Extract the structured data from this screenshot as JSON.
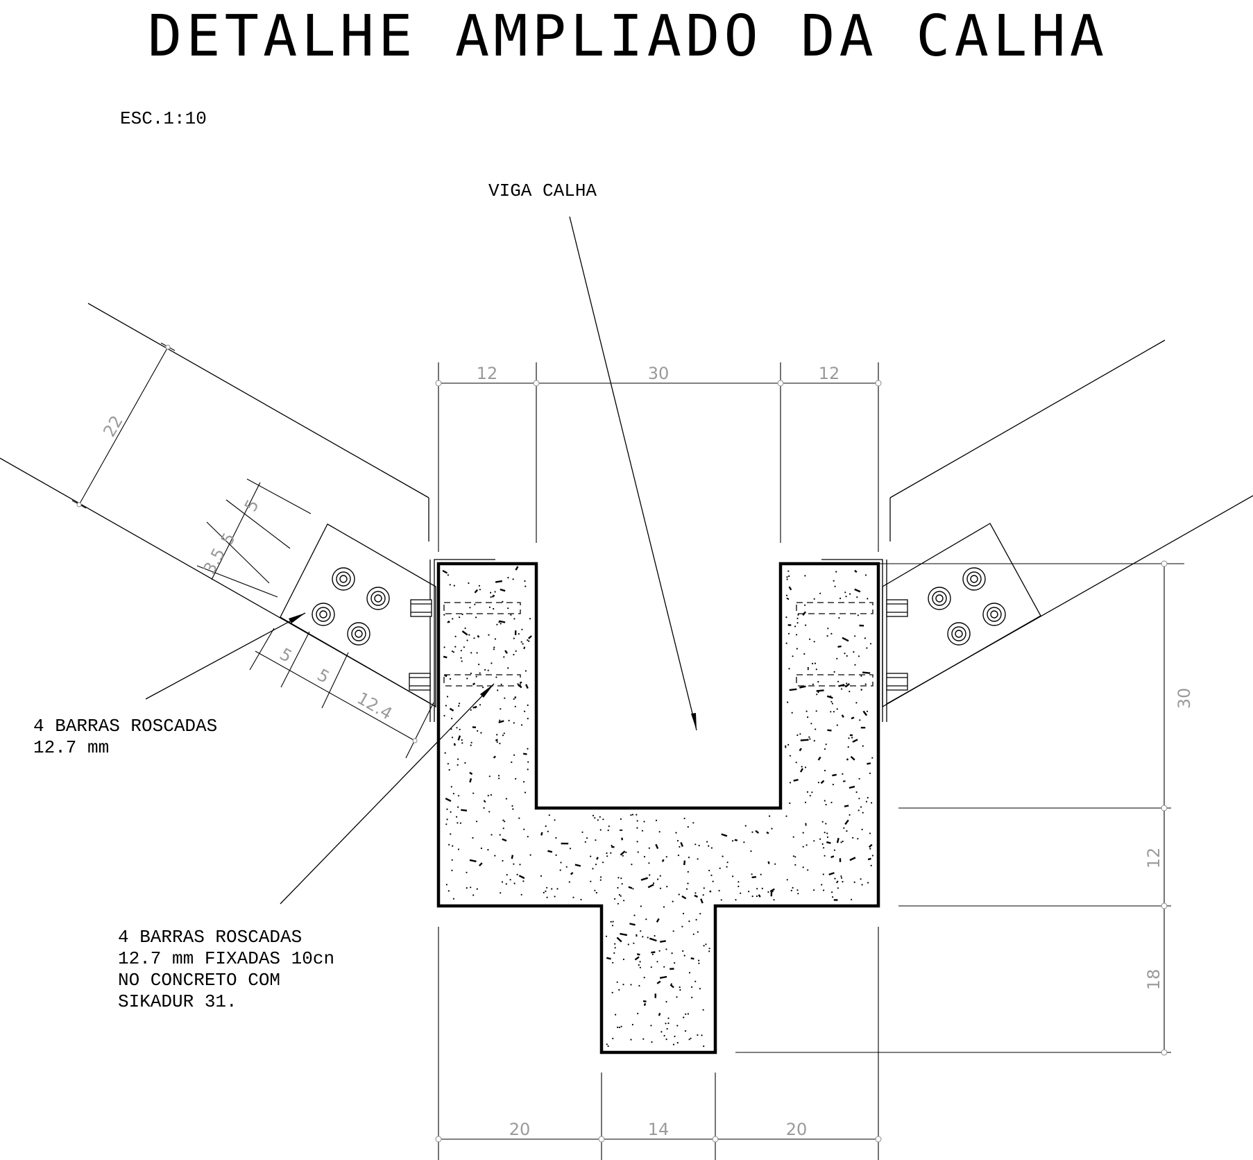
{
  "title": "DETALHE AMPLIADO DA CALHA",
  "scale": "ESC.1:10",
  "labels": {
    "beam": "VIGA CALHA",
    "bolts_short": [
      "4 BARRAS ROSCADAS",
      "12.7 mm"
    ],
    "bolts_long": [
      "4 BARRAS ROSCADAS",
      "12.7 mm FIXADAS 10cn",
      "NO CONCRETO COM",
      "SIKADUR 31."
    ]
  },
  "dimensions": {
    "top": [
      "12",
      "30",
      "12"
    ],
    "bottom": [
      "20",
      "14",
      "20"
    ],
    "right": [
      "30",
      "12",
      "18"
    ],
    "rafter_depth": "22",
    "plate_along": [
      "5",
      "5",
      "12.4"
    ],
    "plate_across": [
      "3.5",
      "5",
      "5"
    ]
  },
  "colors": {
    "line": "#000000",
    "dimension_text": "#9a9a9a",
    "background": "#ffffff"
  }
}
